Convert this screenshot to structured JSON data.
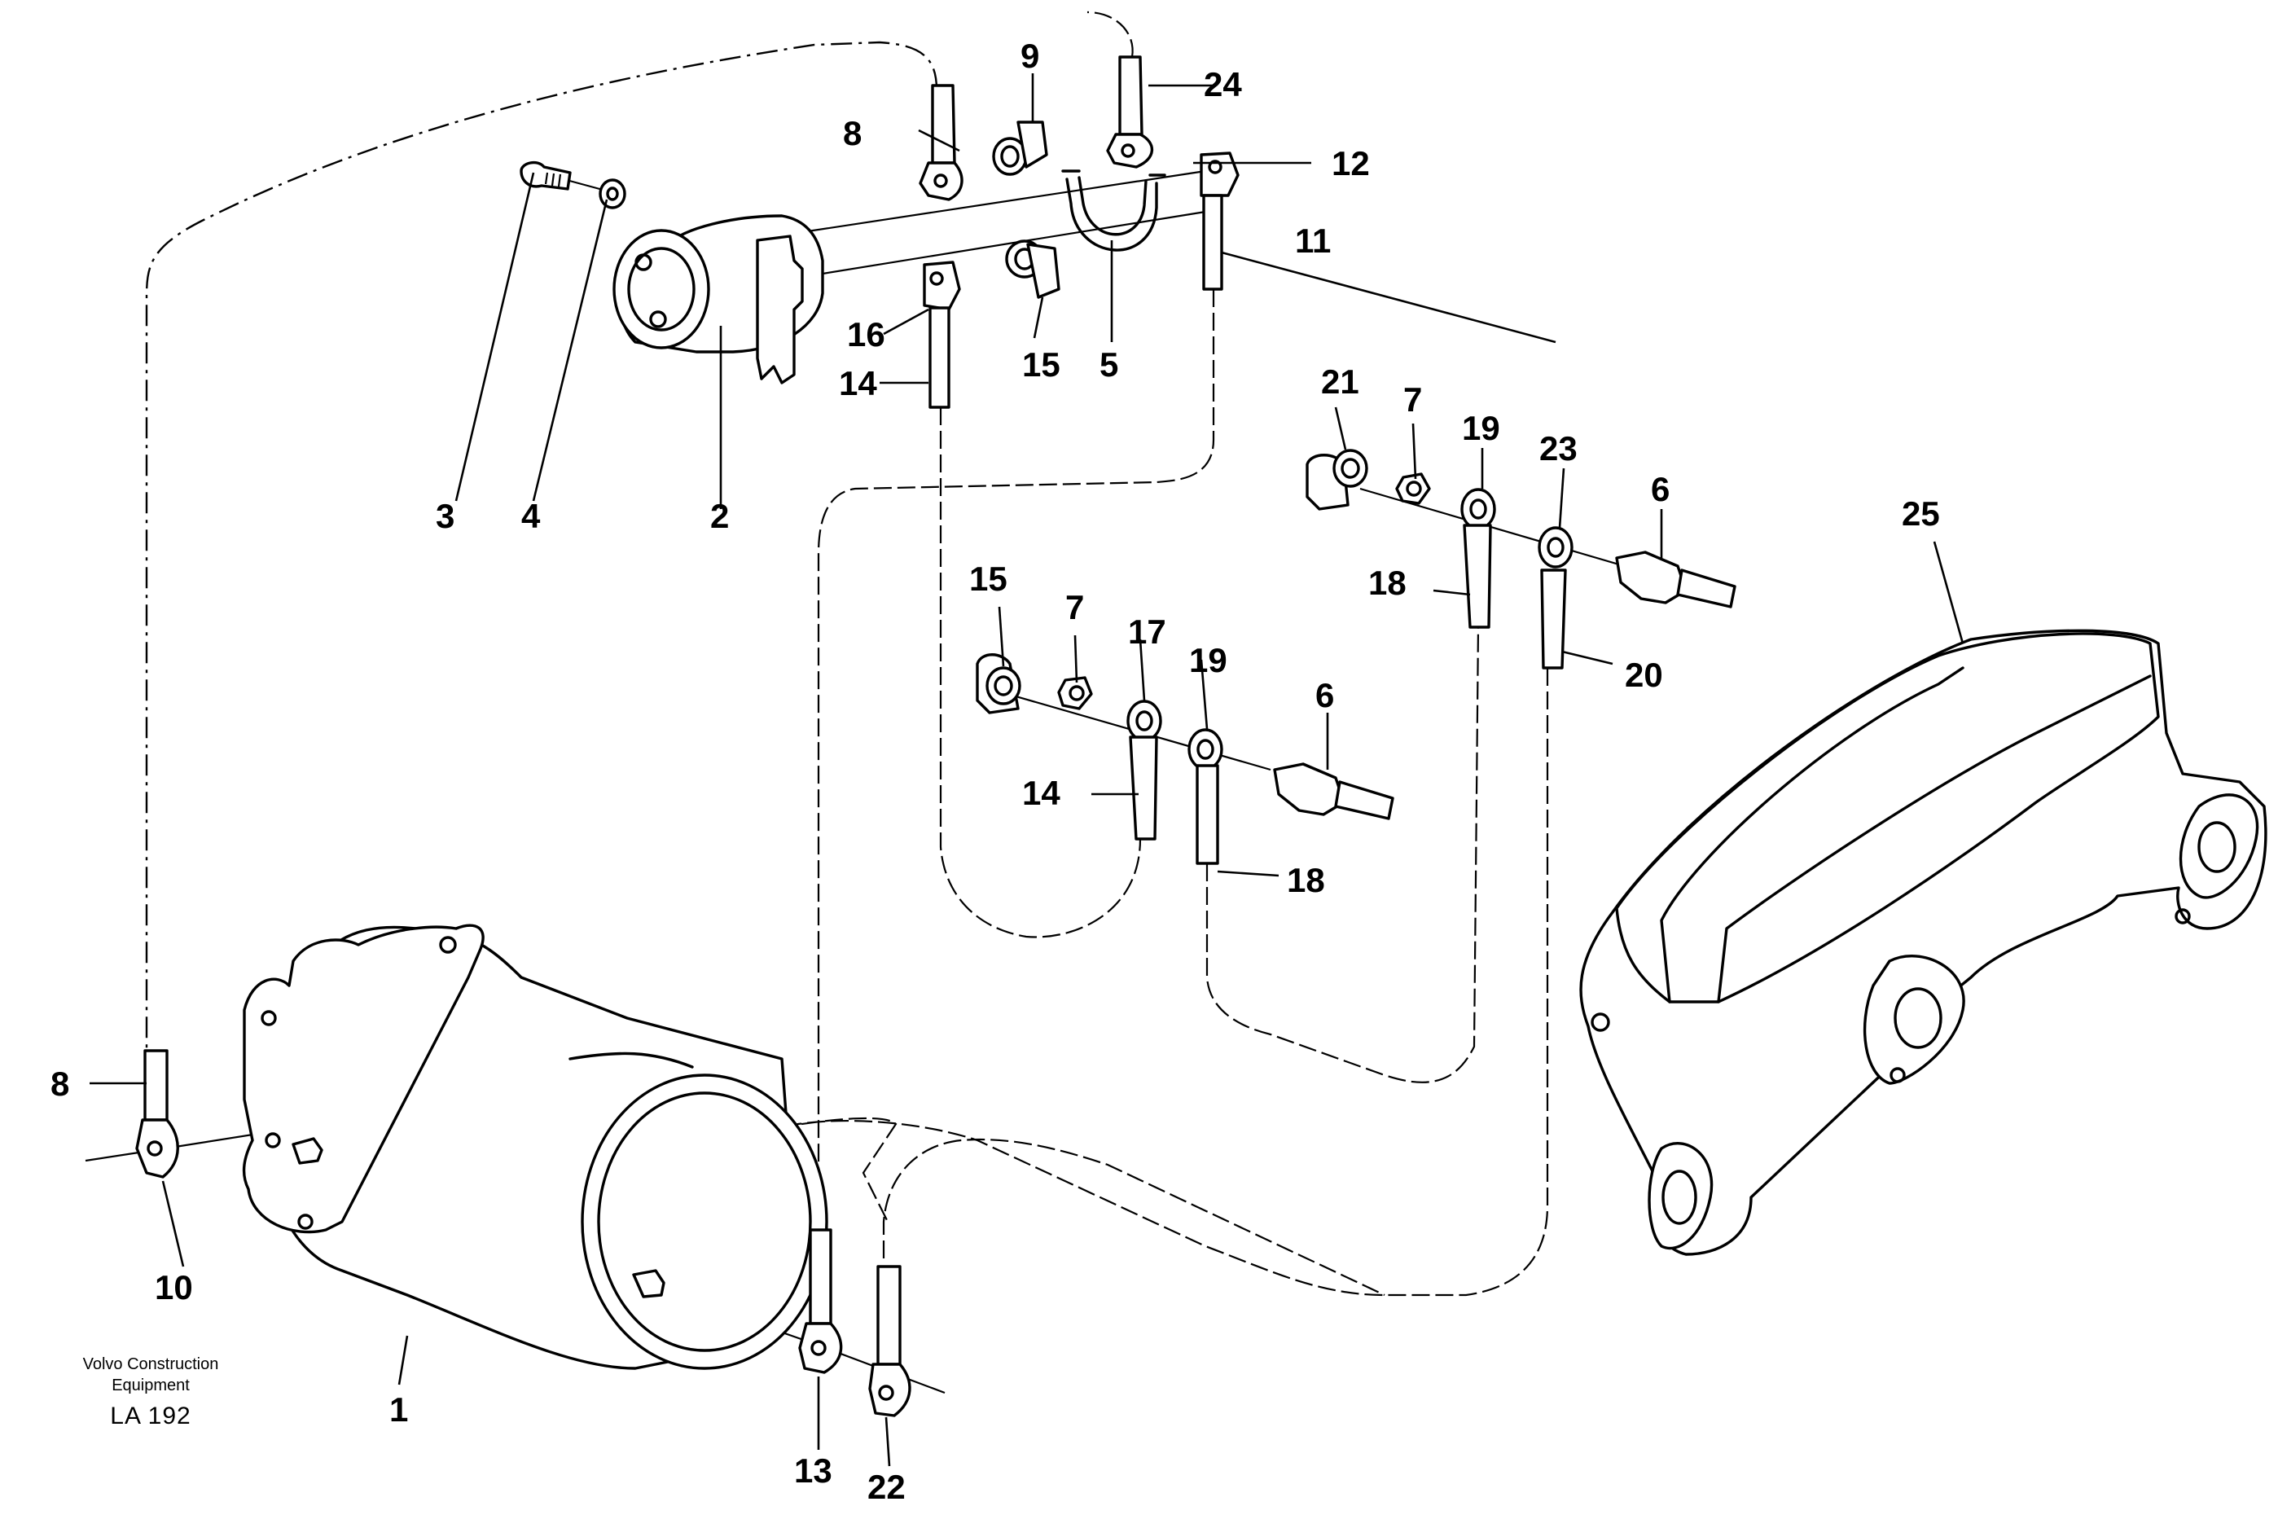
{
  "callouts": {
    "c1": "1",
    "c2": "2",
    "c3": "3",
    "c4": "4",
    "c5": "5",
    "c6a": "6",
    "c6b": "6",
    "c7a": "7",
    "c7b": "7",
    "c8a": "8",
    "c8b": "8",
    "c9": "9",
    "c10": "10",
    "c11": "11",
    "c12": "12",
    "c13": "13",
    "c14a": "14",
    "c14b": "14",
    "c15a": "15",
    "c15b": "15",
    "c16": "16",
    "c17": "17",
    "c18a": "18",
    "c18b": "18",
    "c19a": "19",
    "c19b": "19",
    "c20": "20",
    "c21": "21",
    "c22": "22",
    "c23": "23",
    "c24": "24",
    "c25": "25"
  },
  "caption": {
    "company_line1": "Volvo Construction",
    "company_line2": "Equipment",
    "drawing_code": "LA 192"
  }
}
